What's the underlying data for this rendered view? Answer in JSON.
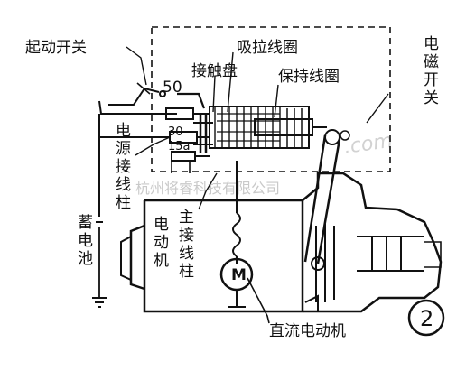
{
  "labels": {
    "start_switch": "起动开关",
    "pull_in_coil": "吸拉线圈",
    "contact_disc": "接触盘",
    "hold_in_coil": "保持线圈",
    "solenoid_switch": [
      "电",
      "磁",
      "开",
      "关"
    ],
    "terminal_50": "50",
    "terminal_30": "30",
    "terminal_15a": "15a",
    "power_terminal": [
      "电",
      "源",
      "接",
      "线",
      "柱"
    ],
    "battery": [
      "蓄",
      "电",
      "池"
    ],
    "motor_col": [
      "电",
      "动",
      "机"
    ],
    "main_terminal": [
      "主",
      "接",
      "线",
      "柱"
    ],
    "motor_symbol": "M",
    "dc_motor": "直流电动机",
    "figure_number": "2"
  },
  "watermark": {
    "company": "杭州将睿科技有限公司",
    "url": ".com"
  },
  "colors": {
    "ink": "#111111",
    "paper": "#ffffff",
    "watermark": "#c9c9c9"
  }
}
